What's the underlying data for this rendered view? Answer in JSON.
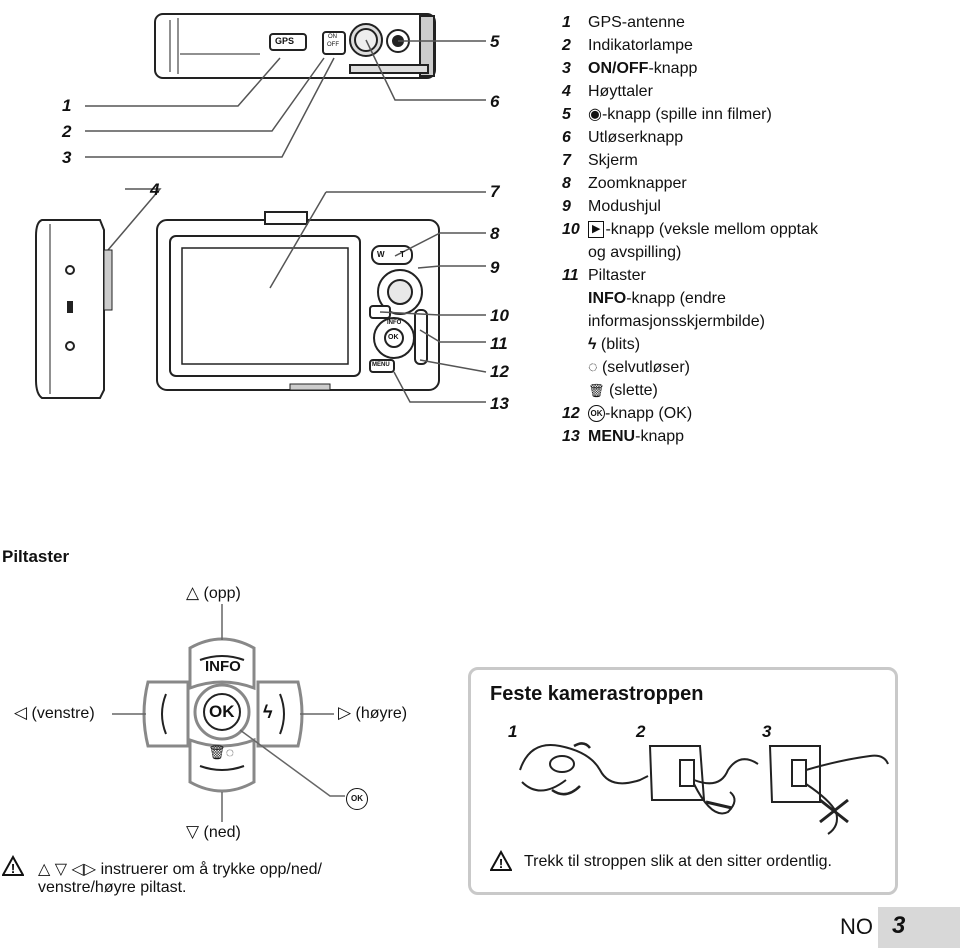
{
  "callouts": {
    "n1": "1",
    "n2": "2",
    "n3": "3",
    "n4": "4",
    "n5": "5",
    "n6": "6",
    "n7": "7",
    "n8": "8",
    "n9": "9",
    "n10": "10",
    "n11": "11",
    "n12": "12",
    "n13": "13"
  },
  "camera_labels": {
    "gps": "GPS",
    "on_off_top": "ON",
    "on_off_bottom": "OFF",
    "zoom_w": "W",
    "zoom_t": "T",
    "info": "INFO",
    "ok": "OK",
    "menu": "MENU"
  },
  "parts": [
    {
      "num": "1",
      "text": "GPS-antenne"
    },
    {
      "num": "2",
      "text": "Indikatorlampe"
    },
    {
      "num": "3",
      "bold": "ON/OFF",
      "text": "-knapp"
    },
    {
      "num": "4",
      "text": "Høyttaler"
    },
    {
      "num": "5",
      "icon": "◉",
      "text": "-knapp (spille inn filmer)"
    },
    {
      "num": "6",
      "text": "Utløserknapp"
    },
    {
      "num": "7",
      "text": "Skjerm"
    },
    {
      "num": "8",
      "text": "Zoomknapper"
    },
    {
      "num": "9",
      "text": "Modushjul"
    },
    {
      "num": "10",
      "icon": "▶",
      "text": "-knapp (veksle mellom opptak",
      "cont": "og avspilling)"
    },
    {
      "num": "11",
      "text": "Piltaster"
    }
  ],
  "piltaster_sub": {
    "info_bold": "INFO",
    "info_line1": "-knapp (endre",
    "info_line2": "informasjonsskjermbilde)",
    "flash_icon": "ϟ",
    "flash": "(blits)",
    "selftimer_icon": "◌",
    "selftimer": "(selvutløser)",
    "delete_icon": "🗑",
    "delete": "(slette)"
  },
  "parts_tail": [
    {
      "num": "12",
      "icon": "OK",
      "text": "-knapp (OK)"
    },
    {
      "num": "13",
      "bold": "MENU",
      "text": "-knapp"
    }
  ],
  "dpad": {
    "title": "Piltaster",
    "up": "(opp)",
    "down": "(ned)",
    "left": "(venstre)",
    "right": "(høyre)",
    "info": "INFO",
    "ok": "OK",
    "ok_small": "OK",
    "note": "instruerer om å trykke opp/ned/",
    "note2": "venstre/høyre piltast."
  },
  "strap": {
    "title": "Feste kamerastroppen",
    "step1": "1",
    "step2": "2",
    "step3": "3",
    "note": "Trekk til stroppen slik at den sitter ordentlig."
  },
  "footer": {
    "lang": "NO",
    "page": "3"
  },
  "icons": [
    "warning-icon",
    "triangle-up-icon",
    "triangle-down-icon",
    "triangle-left-icon",
    "triangle-right-icon",
    "flash-icon",
    "selftimer-icon",
    "trash-icon",
    "movie-record-icon",
    "playback-icon",
    "ok-icon"
  ]
}
